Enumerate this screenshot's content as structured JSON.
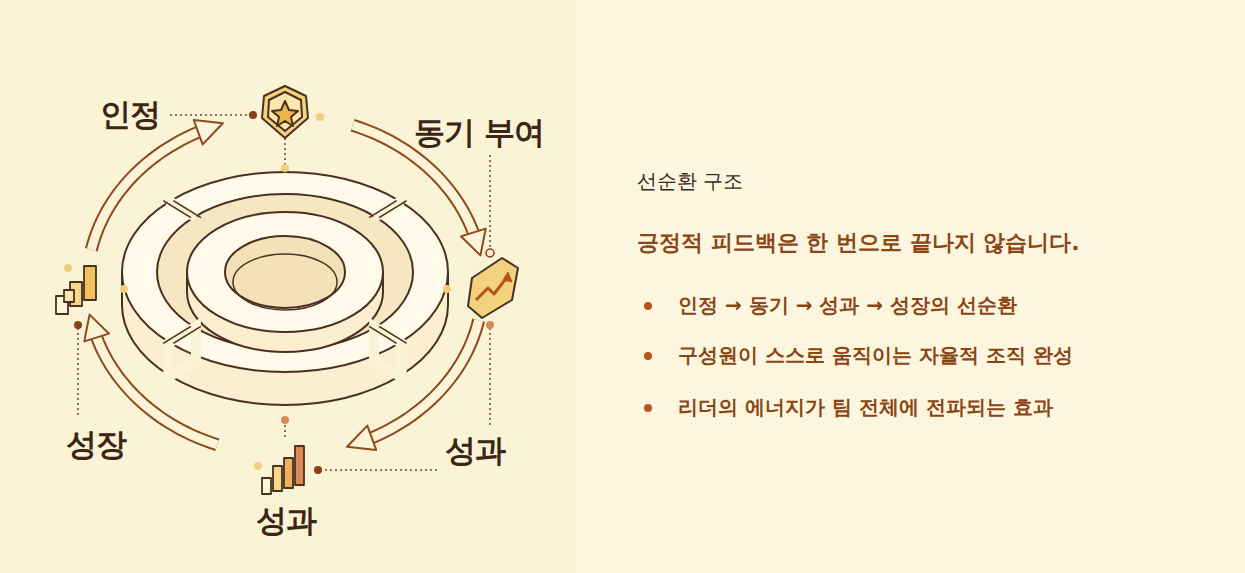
{
  "diagram": {
    "title": "선순환 구조",
    "labels": [
      "인정",
      "동기 부여",
      "성과",
      "성장",
      "성과",
      "긍정적 피드백은 한 번으로 끝나지 않습니다.",
      "인정 → 동기 → 성과 → 성장의 선순환",
      "구성원이 스스로 움직이는 자율적 조직 완성",
      "리더의 에너지가 팀 전체에 전파되는 효과"
    ]
  }
}
